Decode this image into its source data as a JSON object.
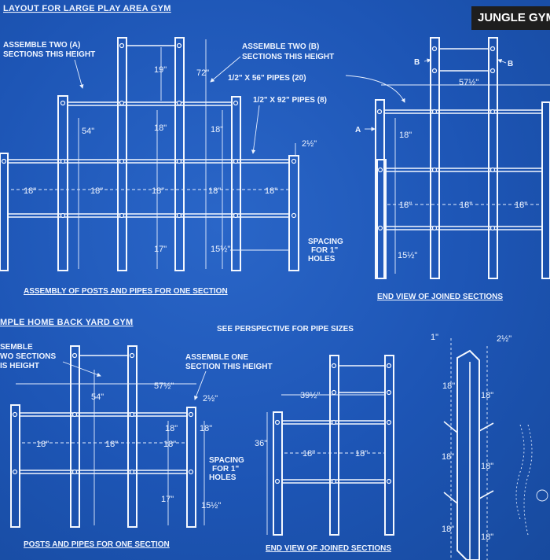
{
  "badge": "JUNGLE GYM",
  "top": {
    "title": "LAYOUT FOR LARGE PLAY AREA GYM",
    "assemble_a": [
      "ASSEMBLE TWO (A)",
      "SECTIONS THIS HEIGHT"
    ],
    "assemble_b": [
      "ASSEMBLE TWO (B)",
      "SECTIONS THIS HEIGHT"
    ],
    "pipes_56": "1/2\" X 56\" PIPES (20)",
    "pipes_92": "1/2\" X 92\" PIPES (8)",
    "spacing": [
      "SPACING",
      "FOR 1\"",
      "HOLES"
    ],
    "caption_left": "ASSEMBLY OF POSTS AND PIPES FOR ONE SECTION",
    "caption_right": "END VIEW OF JOINED SECTIONS",
    "dims": {
      "d19": "19\"",
      "d72": "72\"",
      "d54": "54\"",
      "d18": "18\"",
      "d17": "17\"",
      "d15": "15½\"",
      "d2": "2½\"",
      "d57": "57½\""
    },
    "labels": {
      "a": "A",
      "b": "B"
    }
  },
  "bottom": {
    "title": "MPLE HOME BACK YARD GYM",
    "see": "SEE PERSPECTIVE FOR PIPE SIZES",
    "assemble_two": [
      "SEMBLE",
      "WO SECTIONS",
      "IS HEIGHT"
    ],
    "assemble_one": [
      "ASSEMBLE ONE",
      "SECTION THIS HEIGHT"
    ],
    "spacing": [
      "SPACING",
      "FOR 1\"",
      "HOLES"
    ],
    "caption_left": "POSTS AND PIPES FOR ONE SECTION",
    "caption_right": "END VIEW OF JOINED SECTIONS",
    "dims": {
      "d54": "54\"",
      "d57": "57½\"",
      "d2": "2½\"",
      "d18": "18\"",
      "d17": "17\"",
      "d15": "15½\"",
      "d36": "36\"",
      "d39": "39½\"",
      "d1": "1\""
    }
  }
}
